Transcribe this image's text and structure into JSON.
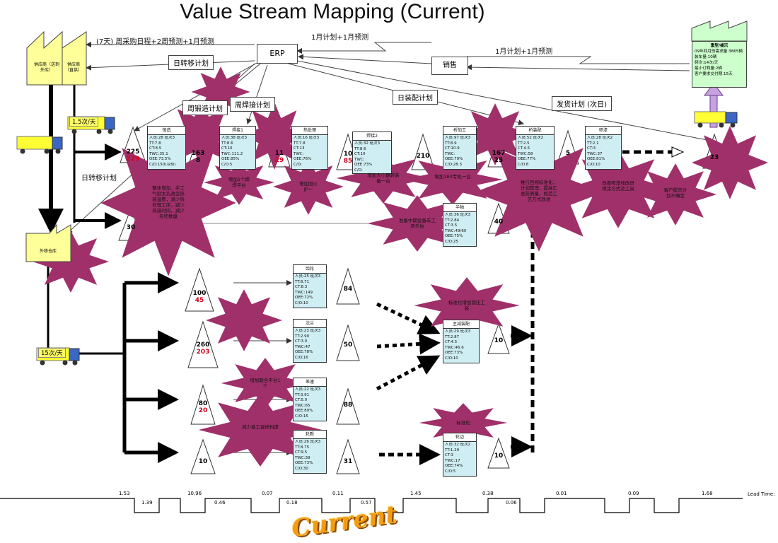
{
  "title": "Value Stream Mapping (Current)",
  "erp": "ERP",
  "sales": "销售",
  "info_flows": {
    "weekly_purchase": "(7天) 周采购日程+2周预测+1月预测",
    "monthly_plan_erp": "1月计划+1月预测",
    "monthly_plan_sales": "1月计划+1月预测",
    "daily_transfer_top": "日转移计划",
    "weekly_forge": "周锻造计划",
    "weekly_weld": "周焊接计划",
    "daily_assembly": "日装配计划",
    "ship_plan": "发货计划 (次日)",
    "daily_transfer_left": "日转移计划"
  },
  "suppliers": {
    "left": "供应商（送到外库）",
    "right": "供应商（直供）"
  },
  "warehouse": "外移仓库",
  "trucks": {
    "top": "1.5次/天",
    "bottom": "15次/天"
  },
  "customer": {
    "title": "重型/捕沉",
    "lines": [
      "09年四月份需求量:3865辆",
      "装车量:10辆",
      "频次:14次/天",
      "最小订购量:2辆",
      "客户要求交付期:15天"
    ]
  },
  "processes": [
    {
      "name": "锻造",
      "lines": [
        "人员:28   班次3",
        "TT:7.8",
        "CT:8.5",
        "TWC:35.1",
        "OEE:73.5%",
        "C/O:150(冷却)"
      ]
    },
    {
      "name": "焊接1",
      "lines": [
        "人员:38   班次3",
        "TT:8.6",
        "CT:10",
        "TWC:111.2",
        "OEE:85%",
        "C/O:5"
      ]
    },
    {
      "name": "热处理",
      "lines": [
        "人员:16   班次3",
        "TT:7.8",
        "CT:13",
        "TWC:",
        "OEE:76%",
        "C/O:"
      ]
    },
    {
      "name": "焊接2",
      "lines": [
        "人员:32   班次3",
        "TT:8.6",
        "CT:10",
        "TWC:",
        "OEE:73%",
        "C/O:"
      ]
    },
    {
      "name": "桥加工",
      "lines": [
        "人员:97   班次3",
        "TT:8.9",
        "CT:10.9",
        "TWC:",
        "OEE:79%",
        "C/O:28.3"
      ]
    },
    {
      "name": "桥装配",
      "lines": [
        "人员:52   班次2",
        "TT:2.5",
        "CT:4.5",
        "TWC:58",
        "OEE:77%",
        "C/O:8"
      ]
    },
    {
      "name": "喷漆",
      "lines": [
        "人员:28   班次2",
        "TT:2.1",
        "CT:3",
        "TWC:37",
        "OEE:81%",
        "C/O:10"
      ]
    },
    {
      "name": "半轴",
      "lines": [
        "人员:36   班次3",
        "TT:2.84",
        "CT:3.5",
        "TWC:49/60",
        "OEE:75%",
        "C/O:25"
      ]
    },
    {
      "name": "齿轮",
      "lines": [
        "人员:25   班次3",
        "TT:8.71",
        "CT:8.3",
        "TWC:149",
        "OEE:72%",
        "C/O:10"
      ]
    },
    {
      "name": "法兰",
      "lines": [
        "人员:23   班次3",
        "TT:2.90",
        "CT:3.0",
        "TWC:47",
        "OEE:78%",
        "C/O:16"
      ]
    },
    {
      "name": "差速",
      "lines": [
        "人员:22   班次3",
        "TT:3.91",
        "CT:5.0",
        "TWC:65",
        "OEE:80%",
        "C/O:15"
      ]
    },
    {
      "name": "轮毂",
      "lines": [
        "人员:26   班次3",
        "TT:8.75",
        "CT:9.5",
        "TWC:39",
        "OEE:73%",
        "C/O:30"
      ]
    },
    {
      "name": "主减装配",
      "lines": [
        "人员:29   班次3",
        "TT:2.87",
        "CT:4.5",
        "TWC:46.6",
        "OEE:73%",
        "C/O:10"
      ]
    },
    {
      "name": "轮边",
      "lines": [
        "人员:32   班次2",
        "TT:1.29",
        "CT:3",
        "TWC:17",
        "OEE:74%",
        "C/O:5"
      ]
    }
  ],
  "inventory": [
    {
      "main": "225",
      "red": "229"
    },
    {
      "main": "163",
      "red": "8"
    },
    {
      "main": "11",
      "red": "29"
    },
    {
      "main": "10",
      "red": "85"
    },
    {
      "main": "210",
      "red": ""
    },
    {
      "main": "167",
      "red": "25"
    },
    {
      "main": "5",
      "red": ""
    },
    {
      "main": "23",
      "red": ""
    },
    {
      "main": "30",
      "red": ""
    },
    {
      "main": "40",
      "red": ""
    },
    {
      "main": "100",
      "red": "45"
    },
    {
      "main": "84",
      "red": ""
    },
    {
      "main": "260",
      "red": "203"
    },
    {
      "main": "50",
      "red": ""
    },
    {
      "main": "80",
      "red": "20"
    },
    {
      "main": "88",
      "red": ""
    },
    {
      "main": "10",
      "red": ""
    },
    {
      "main": "31",
      "red": ""
    },
    {
      "main": "10",
      "red": ""
    },
    {
      "main": "10",
      "red": ""
    }
  ],
  "kaizen": [
    "整体增加、手工气割太孔改变热装温度，减少热处理工序，减少热装时间，减少毛坯数量",
    "增加1个焊焊平台",
    "增加回火炉一",
    "增加大小翻转装备一台",
    "增加183专机一台",
    "推行目视标准化，计划管理，提高汇总防质量，规范工艺方式改进",
    "改善喷漆线改进喷涂方式及工具",
    "客户提货计划不确定",
    "准备中期设备车工序外协",
    "标准化增加锁压工装",
    "增加联合平台1个",
    "减少返工返修料度",
    "标准化"
  ],
  "timeline": {
    "top": [
      "1.53",
      "10.96",
      "0.07",
      "0.11",
      "1.45",
      "0.38",
      "0.01",
      "0.09",
      "1.68"
    ],
    "bottom": [
      "1.39",
      "0.46",
      "0.18",
      "0.57",
      "0.06"
    ],
    "lead_label": "Lead Time:"
  },
  "logo": "Current",
  "colors": {
    "process": "#cfeef3",
    "burst": "#f49ac9",
    "supplier": "#ffff99",
    "customer": "#ccffcc",
    "truck": "#ffff33"
  }
}
